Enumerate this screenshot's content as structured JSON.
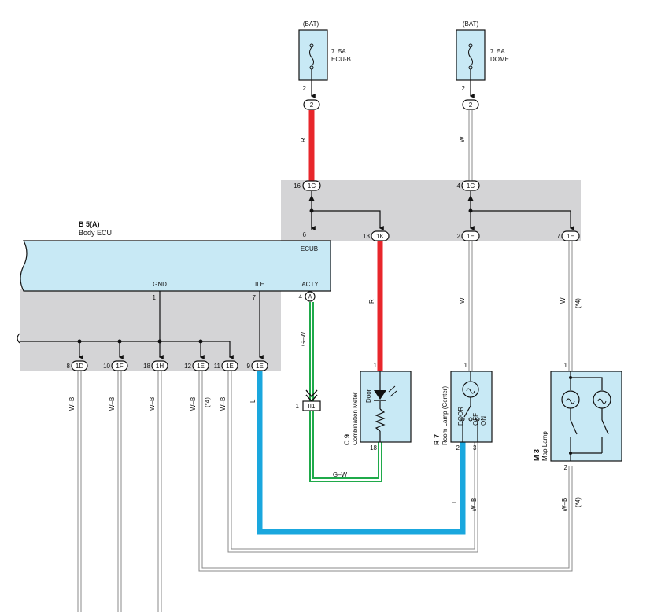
{
  "fuses": [
    {
      "source": "(BAT)",
      "rating": "7. 5A",
      "name": "ECU-B",
      "pin_top": "2",
      "conn": "2"
    },
    {
      "source": "(BAT)",
      "rating": "7. 5A",
      "name": "DOME",
      "pin_top": "2",
      "conn": "2"
    }
  ],
  "junction_connectors": {
    "c16": {
      "pin": "16",
      "conn": "1C"
    },
    "c4": {
      "pin": "4",
      "conn": "1C"
    },
    "c6": {
      "pin": "6"
    },
    "c13": {
      "pin": "13",
      "conn": "1K"
    },
    "c2": {
      "pin": "2",
      "conn": "1E"
    },
    "c7": {
      "pin": "7",
      "conn": "1E"
    }
  },
  "ecu": {
    "ref": "B 5(A)",
    "name": "Body ECU",
    "terminals": {
      "ecub": "ECUB",
      "gnd": "GND",
      "ile": "ILE",
      "acty": "ACTY"
    },
    "pins": {
      "gnd": "1",
      "ile": "7",
      "acty": "4",
      "acty_conn": "A"
    }
  },
  "ground_connectors": [
    {
      "pin": "8",
      "conn": "1D"
    },
    {
      "pin": "10",
      "conn": "1F"
    },
    {
      "pin": "18",
      "conn": "1H"
    },
    {
      "pin": "12",
      "conn": "1E"
    },
    {
      "pin": "11",
      "conn": "1E"
    },
    {
      "pin": "9",
      "conn": "1E"
    }
  ],
  "wire_colors": {
    "r1": "R",
    "w1": "W",
    "r2": "R",
    "w2": "W",
    "w3": "W",
    "star4a": "(*4)",
    "gw1": "G–W",
    "gw2": "G–W",
    "wb1": "W–B",
    "wb2": "W–B",
    "wb3": "W–B",
    "wb4": "W–B",
    "star4b": "(*4)",
    "wb5": "W–B",
    "l1": "L",
    "l2": "L",
    "wb6": "W–B",
    "wb7": "W–B",
    "star4c": "(*4)"
  },
  "ii1": {
    "pin": "1",
    "conn": "II1"
  },
  "meter": {
    "ref": "C 9",
    "name": "Combination Meter",
    "door": "Door",
    "pin_in": "1",
    "pin_out": "18"
  },
  "room_lamp": {
    "ref": "R 7",
    "name": "Room Lamp (Center)",
    "pos_door": "DOOR",
    "pos_off": "OFF",
    "pos_on": "ON",
    "pin_in": "1",
    "pin_2": "2",
    "pin_3": "3"
  },
  "map_lamp": {
    "ref": "M 3",
    "name": "Map Lamp",
    "pin_in": "1",
    "pin_out": "2"
  },
  "colors": {
    "red_wire": "#e8262b",
    "blue_wire": "#1aa7de",
    "green_wire": "#1faa4a",
    "component_fill": "#c8e9f5",
    "junction_fill": "#d4d4d6"
  }
}
